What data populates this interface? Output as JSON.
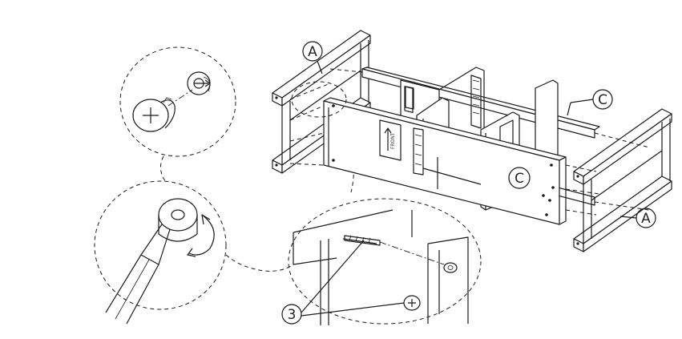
{
  "callouts": {
    "a_top": "A",
    "a_right": "A",
    "c_top": "C",
    "c_panel": "C",
    "hardware_3": "3"
  },
  "colors": {
    "line": "#1a1a1a",
    "background": "#ffffff"
  },
  "icons": [
    "cam-lock-icon",
    "cam-bolt-icon",
    "screwdriver-icon",
    "rotate-arrow-icon"
  ]
}
